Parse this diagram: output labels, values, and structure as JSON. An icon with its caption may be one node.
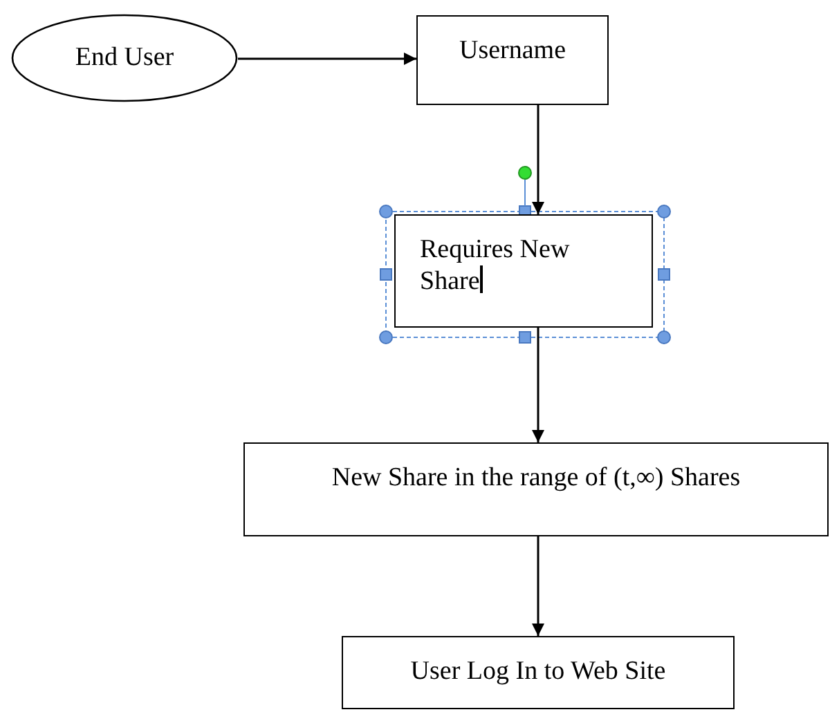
{
  "diagram": {
    "nodes": [
      {
        "text": [
          "End User"
        ]
      },
      {
        "text": [
          "Username"
        ]
      },
      {
        "text": [
          "Requires New Share"
        ]
      },
      {
        "text": [
          "New Share in the range of (t,∞) Shares"
        ]
      },
      {
        "text": [
          "User Log In to Web Site"
        ]
      }
    ],
    "edges": [
      {
        "from": 0,
        "to": 1,
        "arrow": "to"
      },
      {
        "from": 1,
        "to": 2,
        "arrow": "to"
      },
      {
        "from": 2,
        "to": 3,
        "arrow": "to"
      },
      {
        "from": 3,
        "to": 4,
        "arrow": "to"
      }
    ]
  }
}
